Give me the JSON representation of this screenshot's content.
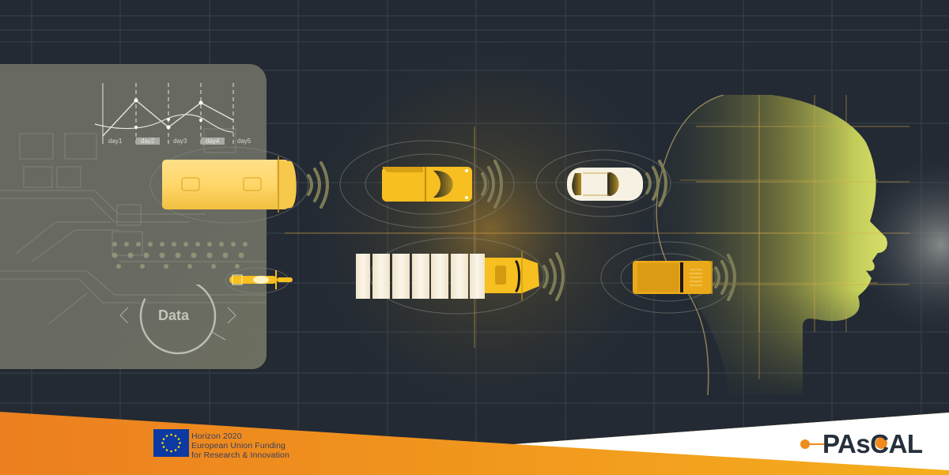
{
  "banner": {
    "theme": "Connected and automated vehicles feeding data to a human-like AI",
    "colors": {
      "background": "#232a33",
      "grid_line": "#3a414b",
      "data_panel": "#6b6d64",
      "vehicle_yellow": "#f7bf1f",
      "vehicle_light": "#ffd76a",
      "trailer_white": "#f3ead6",
      "signal_wave": "#7d7b55",
      "footer_orange_left": "#ec7f1f",
      "footer_orange_right": "#f5ae1d",
      "footer_white": "#ffffff",
      "logo_text": "#25303b",
      "logo_accent": "#f08c1e",
      "eu_blue": "#0d39a3",
      "eu_star": "#ffdd00"
    }
  },
  "data_panel": {
    "chart": {
      "labels": [
        "day1",
        "day2",
        "day3",
        "day4",
        "day5"
      ],
      "highlighted": [
        "day2",
        "day4"
      ]
    },
    "dial_label": "Data",
    "left_arrow_icon": "chevron-left",
    "right_arrow_icon": "chevron-right"
  },
  "vehicles": [
    {
      "type": "bus",
      "color": "#ffd76a"
    },
    {
      "type": "pickup-truck",
      "color": "#f7bf1f"
    },
    {
      "type": "sedan",
      "color": "#f7f1e3"
    },
    {
      "type": "motorcycle",
      "color": "#f7bf1f"
    },
    {
      "type": "semi-truck",
      "trailer_segments": 7,
      "color": "#f7bf1f"
    },
    {
      "type": "jeep",
      "color": "#eaa91a"
    }
  ],
  "footer": {
    "eu_lines": [
      "Horizon 2020",
      "European Union Funding",
      "for Research & Innovation"
    ],
    "logo": {
      "text_parts": [
        "PAs",
        "C",
        "AL"
      ],
      "full": "PAsCAL"
    }
  }
}
